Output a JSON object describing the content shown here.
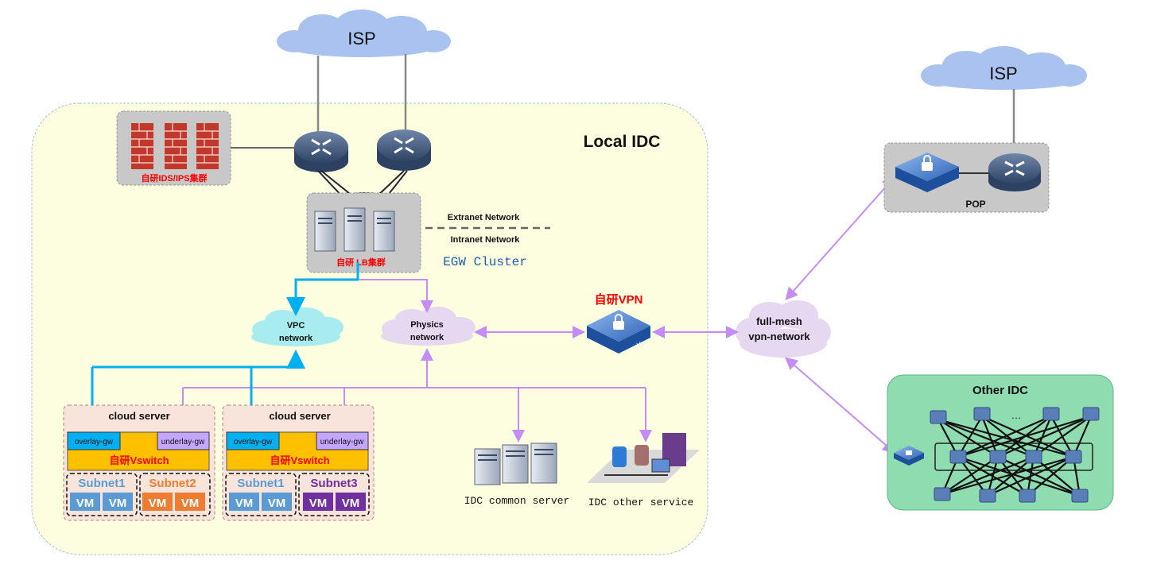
{
  "isp_top": "ISP",
  "isp_right": "ISP",
  "local_idc": "Local IDC",
  "ids_cluster": "自研IDS/IPS集群",
  "lb_cluster": "自研 LB集群",
  "extranet": "Extranet Network",
  "intranet": "Intranet Network",
  "egw_cluster": "EGW Cluster",
  "vpc_network": [
    "VPC",
    "network"
  ],
  "physics_network": [
    "Physics",
    "network"
  ],
  "vpn_label": "自研VPN",
  "vpn_badge": "Vpn",
  "fullmesh": [
    "full-mesh",
    "vpn-network"
  ],
  "pop": "POP",
  "other_idc": "Other IDC",
  "other_idc_ellipsis": "…",
  "cloud_servers": [
    {
      "title": "cloud server",
      "overlay": "overlay-gw",
      "underlay": "underlay-gw",
      "vswitch": "自研Vswitch",
      "subnets": [
        {
          "name": "Subnet1",
          "vms": [
            "VM",
            "VM"
          ],
          "color": "#5b9bd5"
        },
        {
          "name": "Subnet2",
          "vms": [
            "VM",
            "VM"
          ],
          "color": "#ed7d31"
        }
      ]
    },
    {
      "title": "cloud server",
      "overlay": "overlay-gw",
      "underlay": "underlay-gw",
      "vswitch": "自研Vswitch",
      "subnets": [
        {
          "name": "Subnet1",
          "vms": [
            "VM",
            "VM"
          ],
          "color": "#5b9bd5"
        },
        {
          "name": "Subnet3",
          "vms": [
            "VM",
            "VM"
          ],
          "color": "#7030a0"
        }
      ]
    }
  ],
  "idc_common_server": "IDC common server",
  "idc_other_service": "IDC other service",
  "colors": {
    "local_idc_bg": "#fdfde0",
    "red_label": "#ff0000",
    "blue_link": "#00b0f0",
    "purple_link": "#c58cf5",
    "vswitch_bg": "#ffc000",
    "overlay_bg": "#00b0f0",
    "underlay_bg": "#c5a6ff",
    "other_idc_bg": "#8fdcb0",
    "egw_text": "#1f5fa8"
  }
}
